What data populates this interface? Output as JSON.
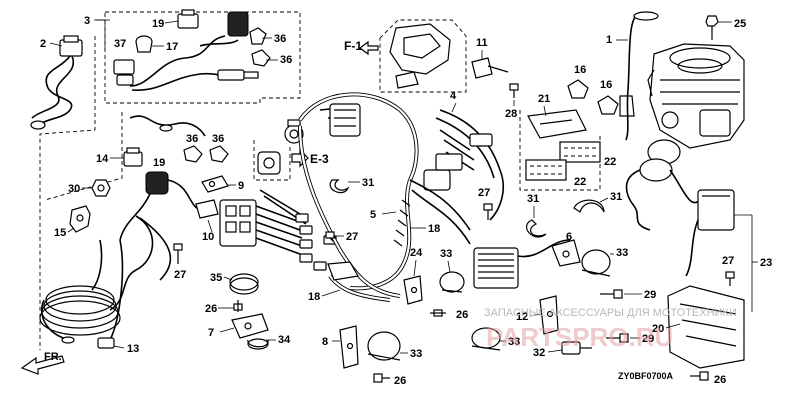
{
  "diagram": {
    "drawing_code": "ZY0BF0700A",
    "direction_refs": {
      "f1": "F-1",
      "e3": "E-3",
      "front": "FR."
    },
    "watermark": {
      "line1": "ЗАПАСНЫЕ АКСЕССУАРЫ ДЛЯ МОТОТЕХНИКИ",
      "line2": "PARTSPRO.RU"
    },
    "callouts": {
      "c1": "1",
      "c2": "2",
      "c3": "3",
      "c4": "4",
      "c5": "5",
      "c6": "6",
      "c7": "7",
      "c8": "8",
      "c9": "9",
      "c10": "10",
      "c11": "11",
      "c12": "12",
      "c13": "13",
      "c14": "14",
      "c15": "15",
      "c16a": "16",
      "c16b": "16",
      "c17": "17",
      "c18a": "18",
      "c18b": "18",
      "c19a": "19",
      "c19b": "19",
      "c20": "20",
      "c21": "21",
      "c22a": "22",
      "c22b": "22",
      "c23": "23",
      "c24": "24",
      "c25": "25",
      "c26a": "26",
      "c26b": "26",
      "c26c": "26",
      "c26d": "26",
      "c27a": "27",
      "c27b": "27",
      "c27c": "27",
      "c27d": "27",
      "c28": "28",
      "c29a": "29",
      "c29b": "29",
      "c30": "30",
      "c31a": "31",
      "c31b": "31",
      "c31c": "31",
      "c33a": "33",
      "c33b": "33",
      "c33c": "33",
      "c33d": "33",
      "c32": "32",
      "c34": "34",
      "c35": "35",
      "c36a": "36",
      "c36b": "36",
      "c36c": "36",
      "c36d": "36",
      "c37": "37"
    }
  }
}
